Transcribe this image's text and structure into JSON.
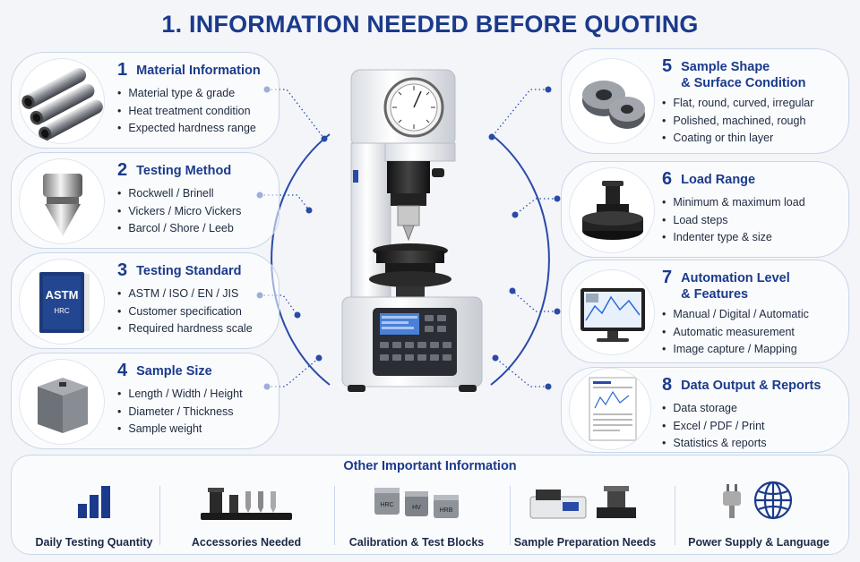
{
  "title": "1. INFORMATION NEEDED BEFORE QUOTING",
  "sections": [
    {
      "num": "1",
      "title": "Material Information",
      "items": [
        "Material type & grade",
        "Heat treatment condition",
        "Expected hardness range"
      ],
      "icon": "steel-tubes-icon"
    },
    {
      "num": "2",
      "title": "Testing Method",
      "items": [
        "Rockwell / Brinell",
        "Vickers / Micro Vickers",
        "Barcol / Shore / Leeb"
      ],
      "icon": "indenter-cone-icon"
    },
    {
      "num": "3",
      "title": "Testing Standard",
      "items": [
        "ASTM / ISO / EN / JIS",
        "Customer specification",
        "Required hardness scale"
      ],
      "icon": "standard-book-icon",
      "book_label": "ASTM",
      "book_sublabel": "HRC"
    },
    {
      "num": "4",
      "title": "Sample Size",
      "items": [
        "Length / Width / Height",
        "Diameter / Thickness",
        "Sample weight"
      ],
      "icon": "metal-cube-icon"
    },
    {
      "num": "5",
      "title": "Sample Shape\n& Surface Condition",
      "title_line1": "Sample Shape",
      "title_line2": "& Surface Condition",
      "items": [
        "Flat, round, curved, irregular",
        "Polished, machined, rough",
        "Coating or thin layer"
      ],
      "icon": "metal-rings-icon"
    },
    {
      "num": "6",
      "title": "Load Range",
      "items": [
        "Minimum & maximum load",
        "Load steps",
        "Indenter type & size"
      ],
      "icon": "anvil-icon"
    },
    {
      "num": "7",
      "title_line1": "Automation Level",
      "title_line2": "& Features",
      "items": [
        "Manual / Digital / Automatic",
        "Automatic measurement",
        "Image capture / Mapping"
      ],
      "icon": "monitor-icon"
    },
    {
      "num": "8",
      "title": "Data Output & Reports",
      "items": [
        "Data storage",
        "Excel / PDF / Print",
        "Statistics & reports"
      ],
      "icon": "report-sheet-icon"
    }
  ],
  "other": {
    "title": "Other Important Information",
    "items": [
      {
        "label": "Daily Testing Quantity",
        "icon": "bar-chart-icon"
      },
      {
        "label": "Accessories Needed",
        "icon": "indenter-set-icon"
      },
      {
        "label": "Calibration & Test Blocks",
        "icon": "test-blocks-icon",
        "block_labels": [
          "HRC",
          "HV",
          "HRB"
        ]
      },
      {
        "label": "Sample Preparation Needs",
        "icon": "prep-machine-icon"
      },
      {
        "label": "Power Supply & Language",
        "icon": "plug-globe-icon"
      }
    ]
  },
  "colors": {
    "accent": "#1b3a8c",
    "connector": "#2a4aa8",
    "card_border": "#c9d6ea"
  },
  "machine_icon": "hardness-tester-icon"
}
